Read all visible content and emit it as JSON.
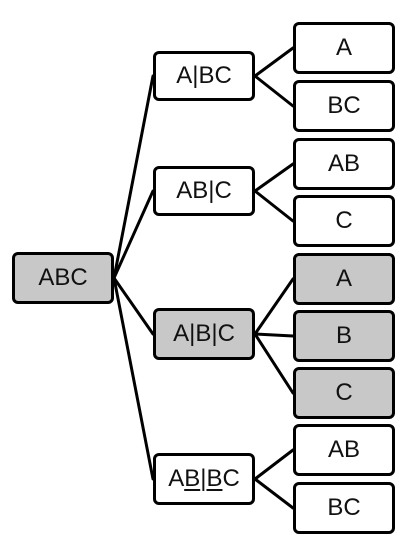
{
  "root": {
    "label": "ABC",
    "shaded": true
  },
  "splits": [
    {
      "parts": [
        {
          "t": "A"
        },
        {
          "t": "|"
        },
        {
          "t": "BC"
        }
      ],
      "shaded": false,
      "children": [
        {
          "label": "A",
          "shaded": false
        },
        {
          "label": "BC",
          "shaded": false
        }
      ]
    },
    {
      "parts": [
        {
          "t": "AB"
        },
        {
          "t": "|"
        },
        {
          "t": "C"
        }
      ],
      "shaded": false,
      "children": [
        {
          "label": "AB",
          "shaded": false
        },
        {
          "label": "C",
          "shaded": false
        }
      ]
    },
    {
      "parts": [
        {
          "t": "A"
        },
        {
          "t": "|"
        },
        {
          "t": "B"
        },
        {
          "t": "|"
        },
        {
          "t": "C"
        }
      ],
      "shaded": true,
      "children": [
        {
          "label": "A",
          "shaded": true
        },
        {
          "label": "B",
          "shaded": true
        },
        {
          "label": "C",
          "shaded": true
        }
      ]
    },
    {
      "parts": [
        {
          "t": "A"
        },
        {
          "t": "B",
          "underline": true
        },
        {
          "t": "|"
        },
        {
          "t": "B",
          "underline": true
        },
        {
          "t": "C"
        }
      ],
      "shaded": false,
      "children": [
        {
          "label": "AB",
          "shaded": false
        },
        {
          "label": "BC",
          "shaded": false
        }
      ]
    }
  ]
}
